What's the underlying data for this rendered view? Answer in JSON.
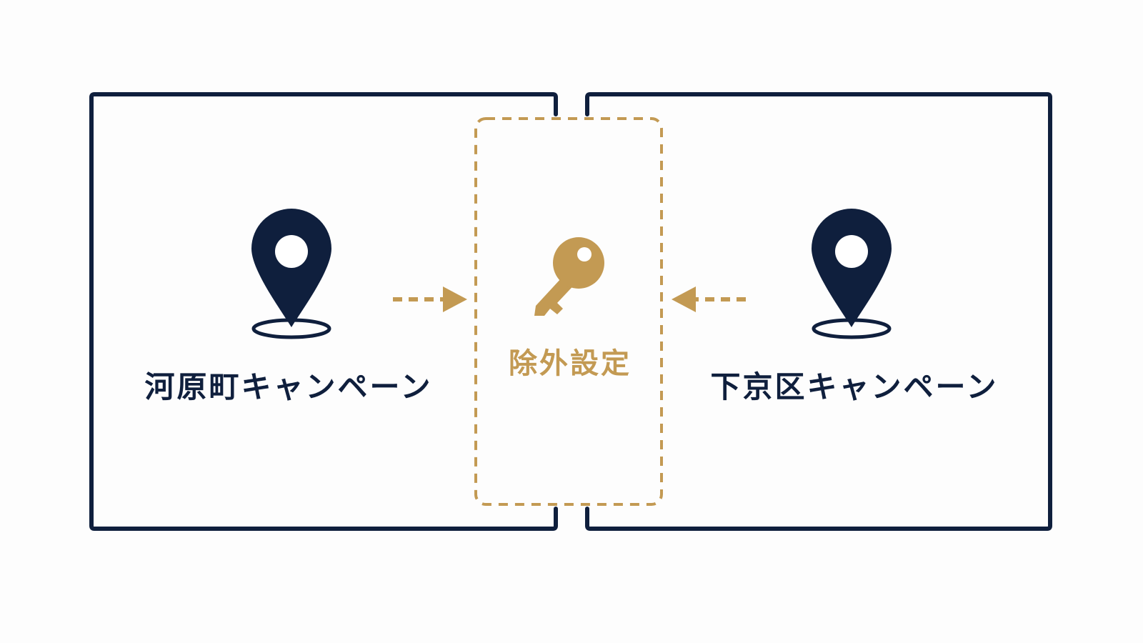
{
  "colors": {
    "navy": "#0f1f3d",
    "gold": "#c39a53",
    "background": "#fdfdfd"
  },
  "left_campaign": {
    "label": "河原町キャンペーン",
    "icon": "location-pin-icon"
  },
  "right_campaign": {
    "label": "下京区キャンペーン",
    "icon": "location-pin-icon"
  },
  "exclusion": {
    "label": "除外設定",
    "icon": "key-icon"
  }
}
